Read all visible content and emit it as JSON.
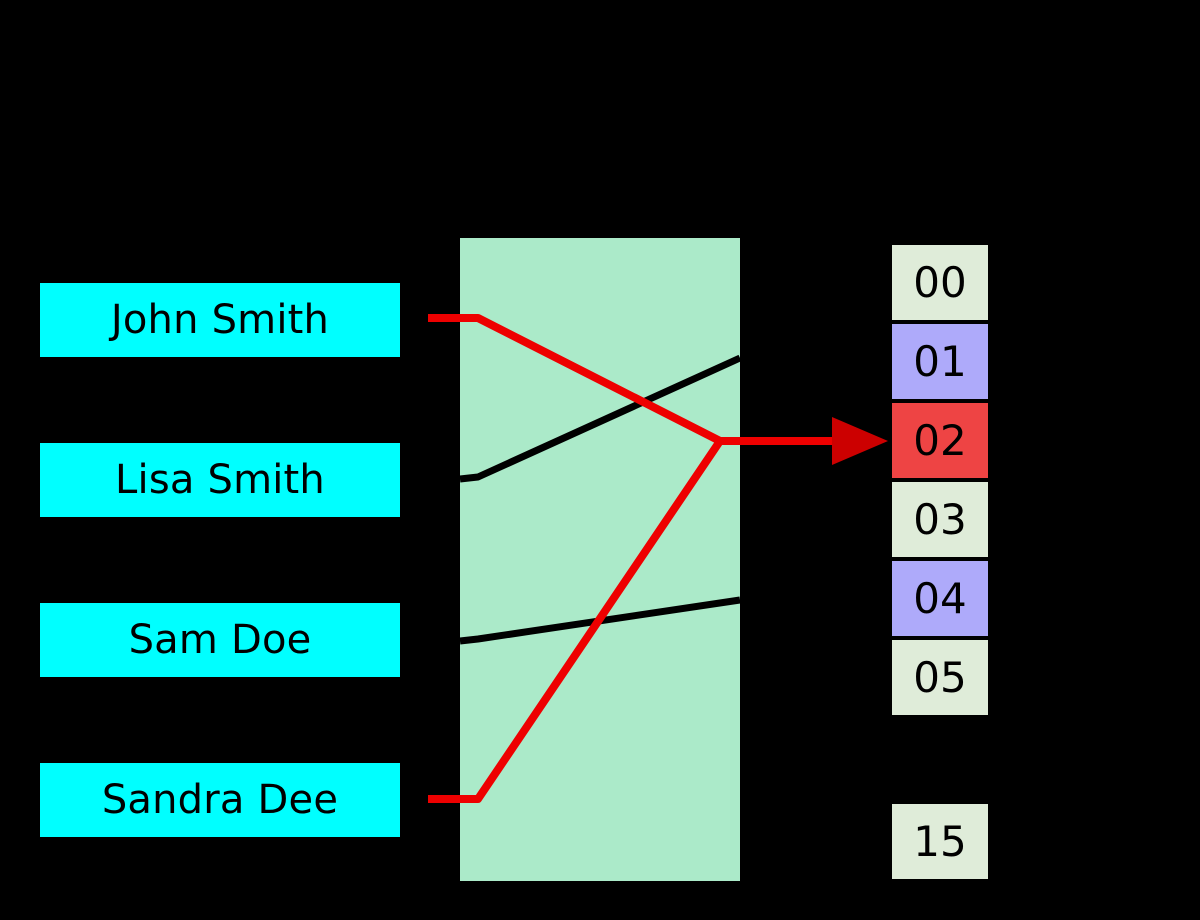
{
  "diagram": {
    "title": "hash-table-lookup-diagram",
    "background_color": "#000000"
  },
  "keys": {
    "box_color": "#00ffff",
    "items": [
      {
        "id": "key-0",
        "label": "John Smith"
      },
      {
        "id": "key-1",
        "label": "Lisa Smith"
      },
      {
        "id": "key-2",
        "label": "Sam Doe"
      },
      {
        "id": "key-3",
        "label": "Sandra Dee"
      }
    ]
  },
  "hash_function": {
    "panel_color": "#abeac9",
    "label": ""
  },
  "buckets": {
    "plain_color": "#dfecd9",
    "filled_color": "#aeaafa",
    "target_color": "#ee4444",
    "items": [
      {
        "id": "slot-0",
        "label": "00",
        "state": "plain"
      },
      {
        "id": "slot-1",
        "label": "01",
        "state": "filled"
      },
      {
        "id": "slot-2",
        "label": "02",
        "state": "target"
      },
      {
        "id": "slot-3",
        "label": "03",
        "state": "plain"
      },
      {
        "id": "slot-4",
        "label": "04",
        "state": "filled"
      },
      {
        "id": "slot-5",
        "label": "05",
        "state": "plain"
      },
      {
        "id": "slot-6",
        "label": "15",
        "state": "plain"
      }
    ]
  },
  "wires": {
    "highlight_color": "#ee0000",
    "arrow_color": "#cc0000",
    "plain_color": "#000000",
    "connections": [
      {
        "from": "key-0",
        "to": "collision-point",
        "style": "highlight"
      },
      {
        "from": "key-1",
        "to": "bucket-area-top",
        "style": "plain"
      },
      {
        "from": "key-2",
        "to": "bucket-area-bottom",
        "style": "plain"
      },
      {
        "from": "key-3",
        "to": "collision-point",
        "style": "highlight"
      },
      {
        "from": "collision-point",
        "to": "slot-2",
        "style": "highlight-arrow"
      }
    ]
  }
}
